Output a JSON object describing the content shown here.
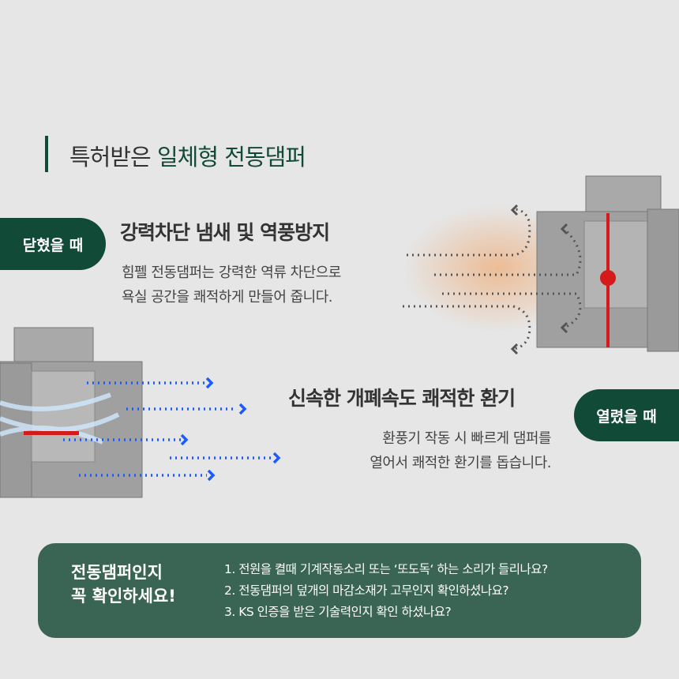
{
  "title": {
    "prefix": "특허받은 ",
    "highlight": "일체형 전동댐퍼"
  },
  "closed": {
    "badge": "닫혔을 때",
    "heading": "강력차단 냄새 및 역풍방지",
    "desc": [
      "힘펠 전동댐퍼는 강력한 역류 차단으로",
      "욕실 공간을 쾌적하게 만들어 줍니다."
    ]
  },
  "open": {
    "badge": "열렸을 때",
    "heading": "신속한 개폐속도 쾌적한 환기",
    "desc": [
      "환풍기 작동 시 빠르게 댐퍼를",
      "열어서 쾌적한 환기를 돕습니다."
    ]
  },
  "check": {
    "heading": [
      "전동댐퍼인지",
      "꼭 확인하세요!"
    ],
    "items": [
      "1. 전원을 켤때 기계작동소리 또는 ‘또도독‘ 하는 소리가 들리나요?",
      "2. 전동댐퍼의 덮개의 마감소재가 고무인지 확인하셨나요?",
      "3. KS 인증을 받은 기술력인지 확인 하셨나요?"
    ]
  },
  "colors": {
    "brand": "#124a38",
    "box": "#3a6454",
    "arrow_blue": "#1a5cff"
  }
}
